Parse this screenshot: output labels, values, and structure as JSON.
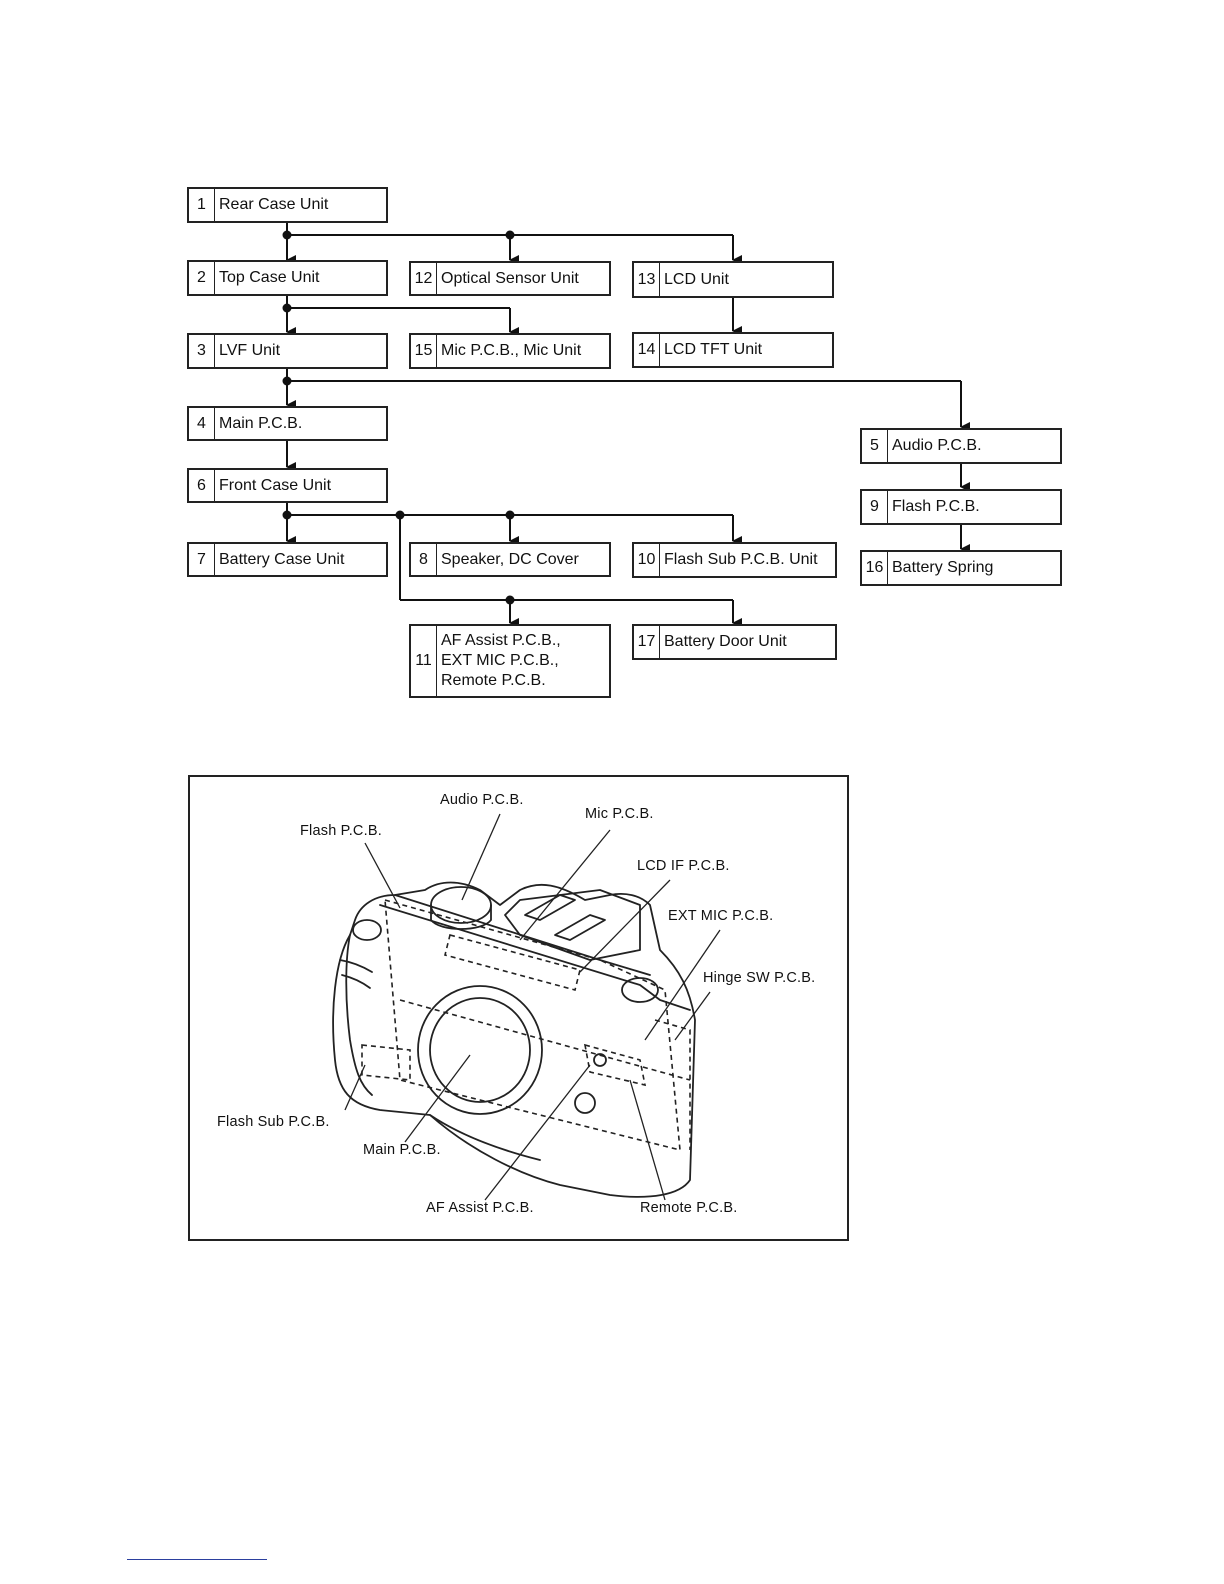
{
  "flow": {
    "boxes": [
      {
        "num": "1",
        "label": "Rear Case Unit"
      },
      {
        "num": "2",
        "label": "Top Case Unit"
      },
      {
        "num": "3",
        "label": "LVF Unit"
      },
      {
        "num": "4",
        "label": "Main P.C.B."
      },
      {
        "num": "5",
        "label": "Audio P.C.B."
      },
      {
        "num": "6",
        "label": "Front Case Unit"
      },
      {
        "num": "7",
        "label": "Battery Case Unit"
      },
      {
        "num": "8",
        "label": "Speaker, DC Cover"
      },
      {
        "num": "9",
        "label": "Flash P.C.B."
      },
      {
        "num": "10",
        "label": "Flash Sub P.C.B. Unit"
      },
      {
        "num": "11",
        "label": "AF Assist P.C.B.,\nEXT MIC P.C.B.,\nRemote P.C.B."
      },
      {
        "num": "12",
        "label": "Optical Sensor Unit"
      },
      {
        "num": "13",
        "label": "LCD Unit"
      },
      {
        "num": "14",
        "label": "LCD TFT Unit"
      },
      {
        "num": "15",
        "label": "Mic P.C.B., Mic Unit"
      },
      {
        "num": "16",
        "label": "Battery Spring"
      },
      {
        "num": "17",
        "label": "Battery Door Unit"
      }
    ]
  },
  "camera_diagram": {
    "callouts": {
      "audio_pcb": "Audio P.C.B.",
      "mic_pcb": "Mic P.C.B.",
      "flash_pcb": "Flash P.C.B.",
      "lcd_if_pcb": "LCD IF P.C.B.",
      "ext_mic_pcb": "EXT MIC P.C.B.",
      "hinge_sw_pcb": "Hinge SW P.C.B.",
      "flash_sub_pcb": "Flash Sub P.C.B.",
      "main_pcb": "Main P.C.B.",
      "af_assist_pcb": "AF Assist P.C.B.",
      "remote_pcb": "Remote P.C.B."
    }
  }
}
